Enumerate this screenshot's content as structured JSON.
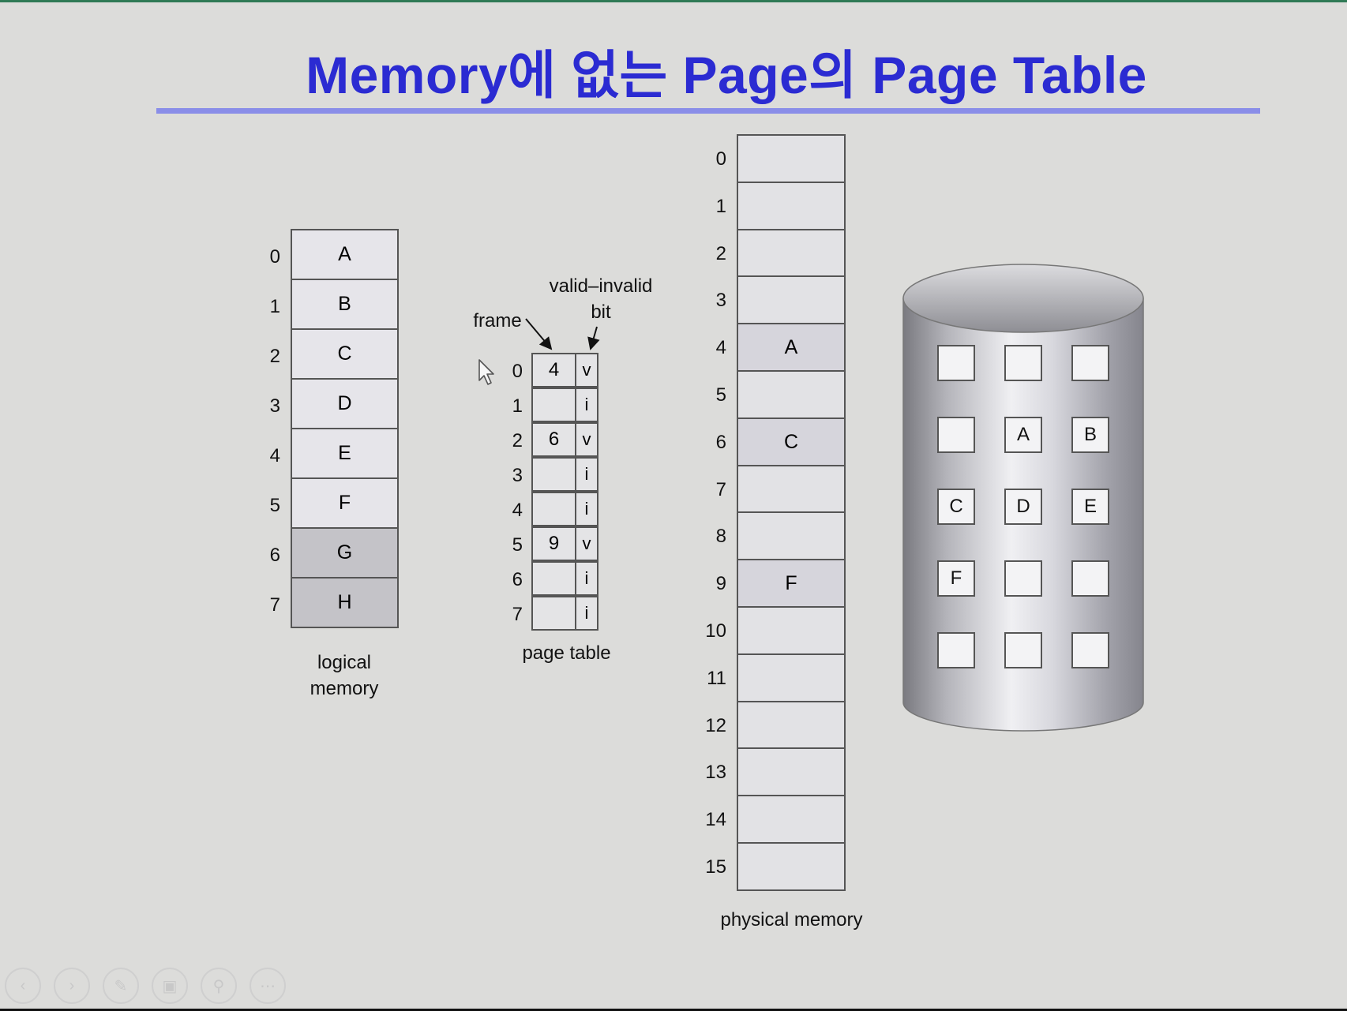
{
  "title": "Memory에 없는 Page의 Page Table",
  "logical_memory": {
    "caption_line1": "logical",
    "caption_line2": "memory",
    "entries": [
      {
        "index": "0",
        "label": "A"
      },
      {
        "index": "1",
        "label": "B"
      },
      {
        "index": "2",
        "label": "C"
      },
      {
        "index": "3",
        "label": "D"
      },
      {
        "index": "4",
        "label": "E"
      },
      {
        "index": "5",
        "label": "F"
      },
      {
        "index": "6",
        "label": "G"
      },
      {
        "index": "7",
        "label": "H"
      }
    ]
  },
  "page_table": {
    "caption": "page table",
    "frame_label": "frame",
    "valid_label_line1": "valid–invalid",
    "valid_label_line2": "bit",
    "rows": [
      {
        "index": "0",
        "frame": "4",
        "bit": "v"
      },
      {
        "index": "1",
        "frame": "",
        "bit": "i"
      },
      {
        "index": "2",
        "frame": "6",
        "bit": "v"
      },
      {
        "index": "3",
        "frame": "",
        "bit": "i"
      },
      {
        "index": "4",
        "frame": "",
        "bit": "i"
      },
      {
        "index": "5",
        "frame": "9",
        "bit": "v"
      },
      {
        "index": "6",
        "frame": "",
        "bit": "i"
      },
      {
        "index": "7",
        "frame": "",
        "bit": "i"
      }
    ]
  },
  "physical_memory": {
    "caption": "physical memory",
    "frames": [
      {
        "index": "0",
        "label": ""
      },
      {
        "index": "1",
        "label": ""
      },
      {
        "index": "2",
        "label": ""
      },
      {
        "index": "3",
        "label": ""
      },
      {
        "index": "4",
        "label": "A"
      },
      {
        "index": "5",
        "label": ""
      },
      {
        "index": "6",
        "label": "C"
      },
      {
        "index": "7",
        "label": ""
      },
      {
        "index": "8",
        "label": ""
      },
      {
        "index": "9",
        "label": "F"
      },
      {
        "index": "10",
        "label": ""
      },
      {
        "index": "11",
        "label": ""
      },
      {
        "index": "12",
        "label": ""
      },
      {
        "index": "13",
        "label": ""
      },
      {
        "index": "14",
        "label": ""
      },
      {
        "index": "15",
        "label": ""
      }
    ]
  },
  "disk": {
    "blocks": [
      "",
      "",
      "",
      "",
      "A",
      "B",
      "C",
      "D",
      "E",
      "F",
      "",
      "",
      "",
      "",
      ""
    ]
  },
  "slide_nav": {
    "icons": [
      "prev-icon",
      "next-icon",
      "pen-icon",
      "slides-icon",
      "zoom-icon",
      "more-icon"
    ]
  }
}
